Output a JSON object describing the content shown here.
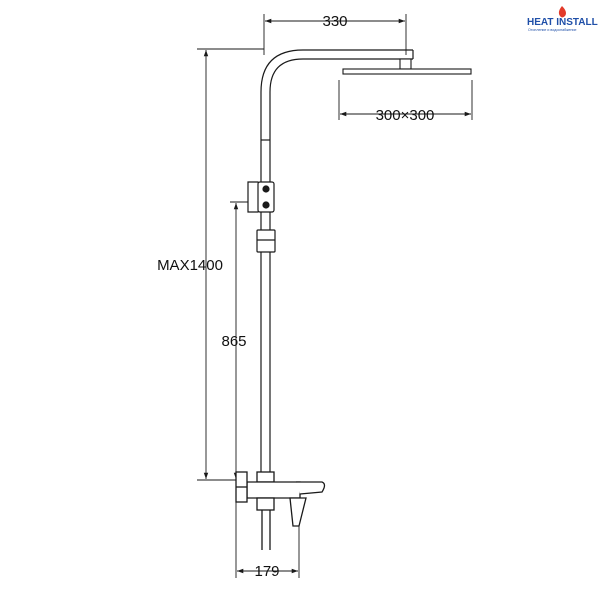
{
  "dimensions": {
    "arm_reach": "330",
    "head_size": "300×300",
    "max_height": "MAX1400",
    "mixer_to_holder": "865",
    "spout_projection": "179"
  },
  "logo": {
    "name": "HEAT INSTALL",
    "tagline": "Отопление и водоснабжение"
  },
  "colors": {
    "line": "#1a1a1a",
    "logo": "#1f4fa8",
    "logo_flame": "#e23a2a"
  }
}
